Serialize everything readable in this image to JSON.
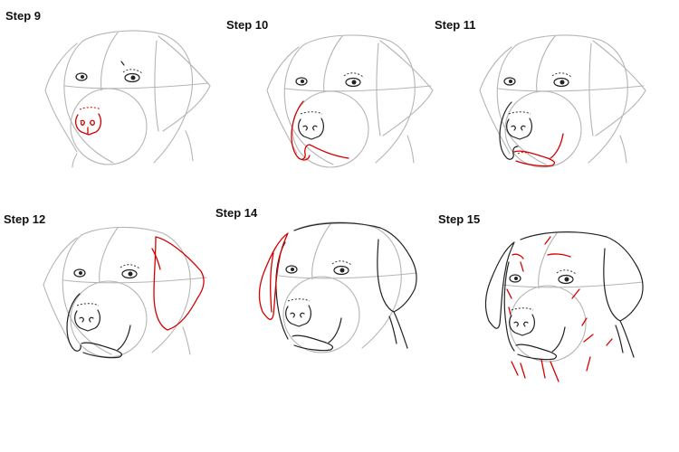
{
  "page": {
    "background": "#ffffff"
  },
  "colors": {
    "guide_lines": "#b5b5b5",
    "ink_lines": "#222222",
    "new_step_highlight": "#d40000"
  },
  "steps": [
    {
      "label": "Step 9",
      "highlight": "nose"
    },
    {
      "label": "Step 10",
      "highlight": "muzzle-outline"
    },
    {
      "label": "Step 11",
      "highlight": "mouth-and-lips"
    },
    {
      "label": "Step 12",
      "highlight": "right-ear"
    },
    {
      "label": "Step 14",
      "highlight": "left-ear"
    },
    {
      "label": "Step 15",
      "highlight": "fur-details"
    }
  ]
}
